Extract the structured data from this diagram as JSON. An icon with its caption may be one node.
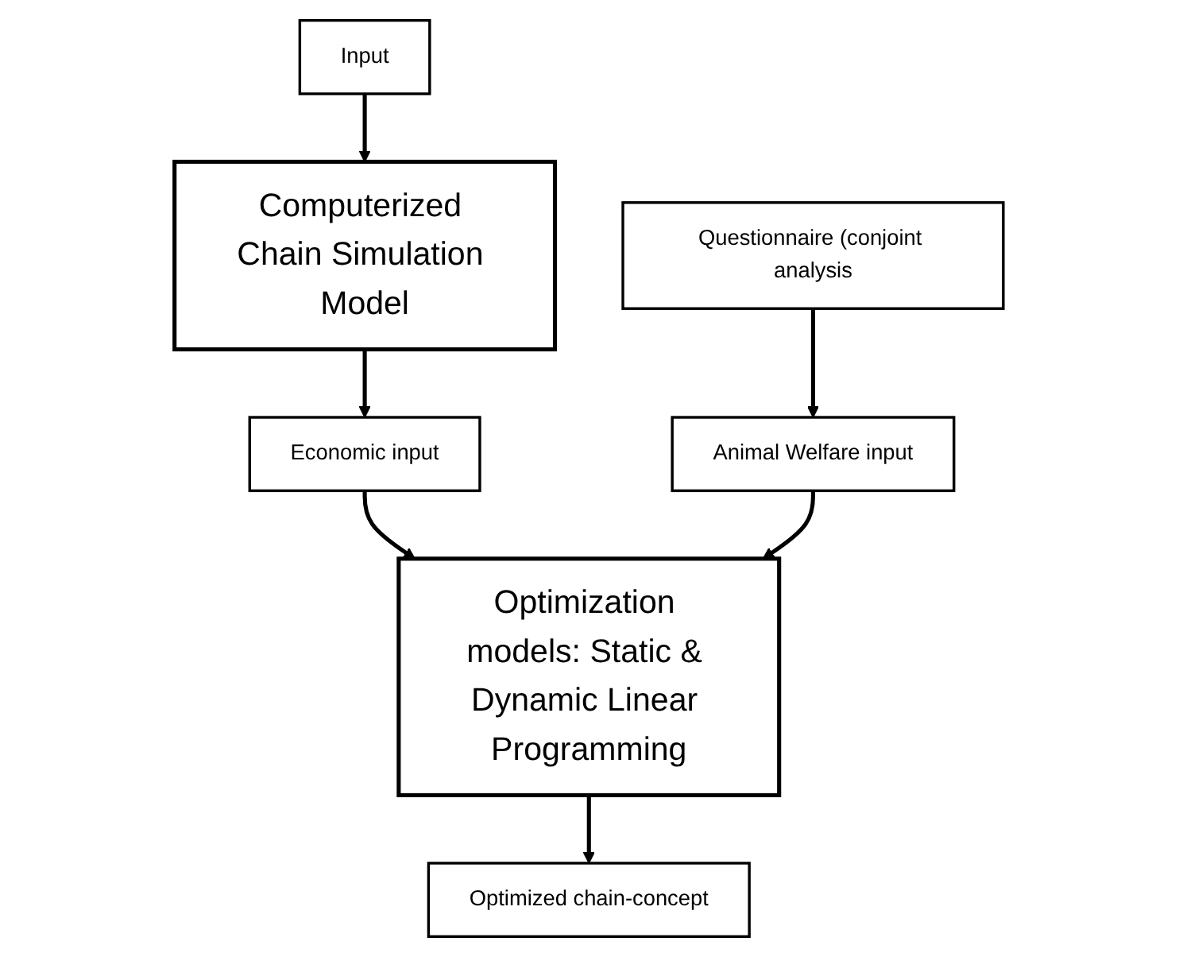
{
  "diagram": {
    "nodes": [
      {
        "text": [
          "Input"
        ]
      },
      {
        "text": [
          "Computerized Chain Simulation Model"
        ]
      },
      {
        "text": [
          "Questionnaire (conjoint analysis"
        ]
      },
      {
        "text": [
          "Economic input"
        ]
      },
      {
        "text": [
          "Animal Welfare input"
        ]
      },
      {
        "text": [
          "Optimization models: Static & Dynamic Linear Programming"
        ]
      },
      {
        "text": [
          "Optimized chain-concept"
        ]
      }
    ],
    "edges": [
      {
        "from": 0,
        "to": 1,
        "arrow": "to"
      },
      {
        "from": 1,
        "to": 3,
        "arrow": "to"
      },
      {
        "from": 2,
        "to": 4,
        "arrow": "to"
      },
      {
        "from": 3,
        "to": 5,
        "arrow": "to"
      },
      {
        "from": 4,
        "to": 5,
        "arrow": "to"
      },
      {
        "from": 5,
        "to": 6,
        "arrow": "to"
      }
    ]
  }
}
